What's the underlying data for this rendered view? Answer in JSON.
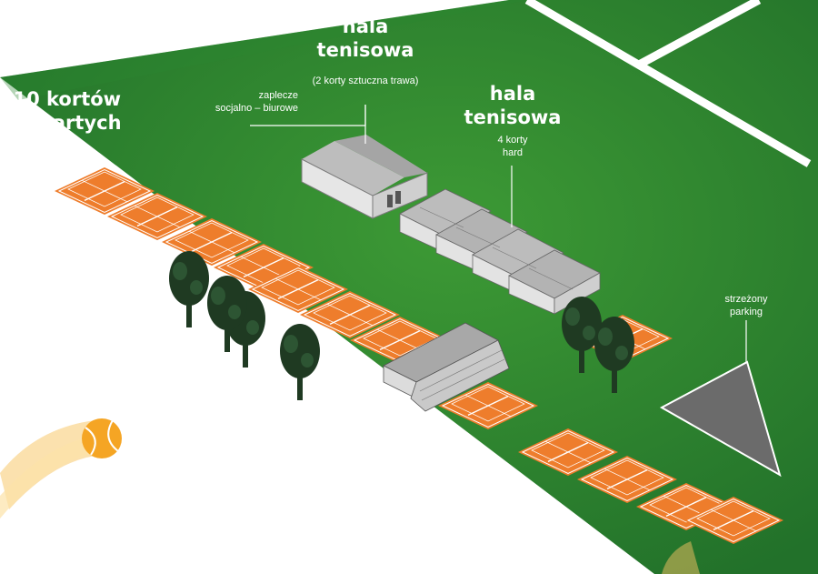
{
  "labels": {
    "hall_grass": {
      "title_line1": "hala",
      "title_line2": "tenisowa",
      "subtitle": "(2 korty sztuczna trawa)"
    },
    "hall_hard": {
      "title_line1": "hala",
      "title_line2": "tenisowa",
      "subtitle_line1": "4 korty",
      "subtitle_line2": "hard"
    },
    "outdoor": {
      "line1": "10 kortów",
      "line2": "otwartych"
    },
    "facilities": {
      "line1": "zaplecze",
      "line2": "socjalno – biurowe"
    },
    "parking": {
      "line1": "strzeżony",
      "line2": "parking"
    }
  },
  "colors": {
    "grass": "#2f8a2e",
    "grass_dark": "#226f25",
    "court_clay": "#ee7d2c",
    "court_lines": "#ffffff",
    "building_roof": "#9a9a9a",
    "building_wall": "#d9d9d9",
    "tree": "#1f3a22",
    "parking": "#6b6b6b",
    "ball": "#f5a524",
    "label": "#ffffff"
  },
  "icons": {
    "ball": "tennis-ball-icon",
    "tree": "tree-icon"
  }
}
